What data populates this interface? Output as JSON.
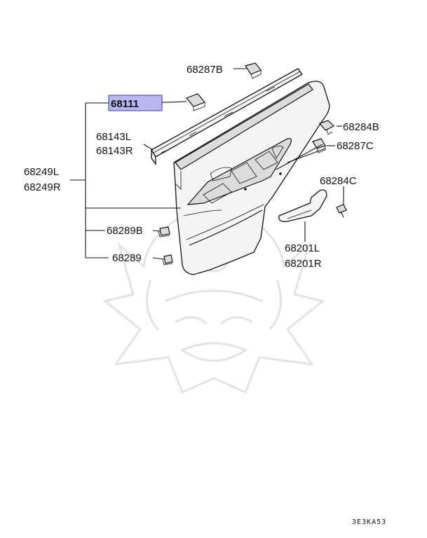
{
  "highlight_color": "#b8b8f0",
  "parts": {
    "p68287b": "68287B",
    "p68111": "68111",
    "p68143l": "68143L",
    "p68143r": "68143R",
    "p68249l": "68249L",
    "p68249r": "68249R",
    "p68284b": "68284B",
    "p68287c": "68287C",
    "p68284c": "68284C",
    "p68289b": "68289B",
    "p68289": "68289",
    "p68201l": "68201L",
    "p68201r": "68201R"
  },
  "diagram_code": "3E3KA53",
  "watermark_icon": "samurai-helmet-logo"
}
